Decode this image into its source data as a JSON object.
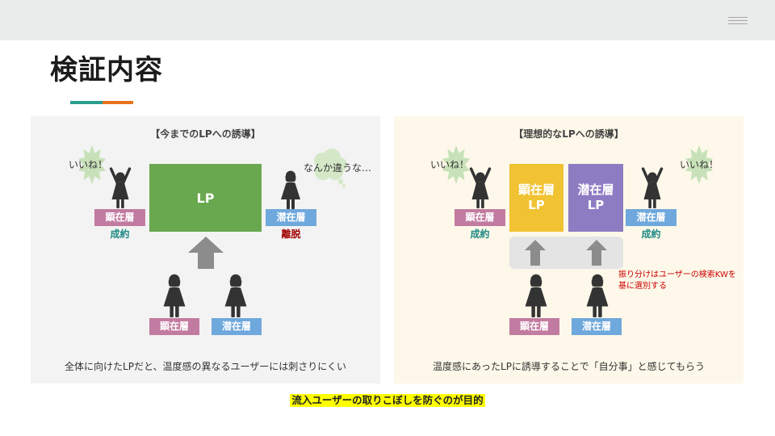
{
  "header": {
    "menu_icon": "menu-icon"
  },
  "title": "検証内容",
  "colors": {
    "topbar": "#e9ecea",
    "accent_teal": "#2a9d8f",
    "accent_orange": "#e8711c",
    "left_panel_bg": "#f3f3f3",
    "right_panel_bg": "#fdf8e9",
    "segment_pink": "#c27ba0",
    "segment_blue": "#6fa8dc",
    "lp_green": "#6aa84f",
    "lp_yellow": "#f1c232",
    "lp_purple": "#8e7cc3",
    "outcome_success": "#1f8a86",
    "outcome_churn": "#a10000",
    "note_red": "#cc0000",
    "arrow_gray": "#8c8c8c",
    "highlight_yellow": "#ffff00",
    "figure": "#333333"
  },
  "icons": {
    "cheering_user": "woman-cheering-icon",
    "standing_user": "woman-standing-icon",
    "arrow": "up-arrow-icon",
    "positive_reaction": "burst-shape",
    "negative_reaction": "thought-cloud-icon"
  },
  "left_panel": {
    "heading": "【今までのLPへの誘導】",
    "reaction_left": "いいね！",
    "reaction_right": "なんか違うな…",
    "lp_label": "LP",
    "top_left_segment": "顕在層",
    "top_left_outcome": "成約",
    "top_right_segment": "潜在層",
    "top_right_outcome": "離脱",
    "bottom_segments": [
      "顕在層",
      "潜在層"
    ],
    "caption": "全体に向けたLPだと、温度感の異なるユーザーには刺さりにくい"
  },
  "right_panel": {
    "heading": "【理想的なLPへの誘導】",
    "reaction_left": "いいね！",
    "reaction_right": "いいね！",
    "lp_boxes": [
      {
        "line1": "顕在層",
        "line2": "LP"
      },
      {
        "line1": "潜在層",
        "line2": "LP"
      }
    ],
    "top_left_segment": "顕在層",
    "top_left_outcome": "成約",
    "top_right_segment": "潜在層",
    "top_right_outcome": "成約",
    "note": [
      "振り分けはユーザーの検索KWを",
      "基に選別する"
    ],
    "bottom_segments": [
      "顕在層",
      "潜在層"
    ],
    "caption": "温度感にあったLPに誘導することで「自分事」と感じてもらう"
  },
  "footer_highlight": "流入ユーザーの取りこぼしを防ぐのが目的"
}
